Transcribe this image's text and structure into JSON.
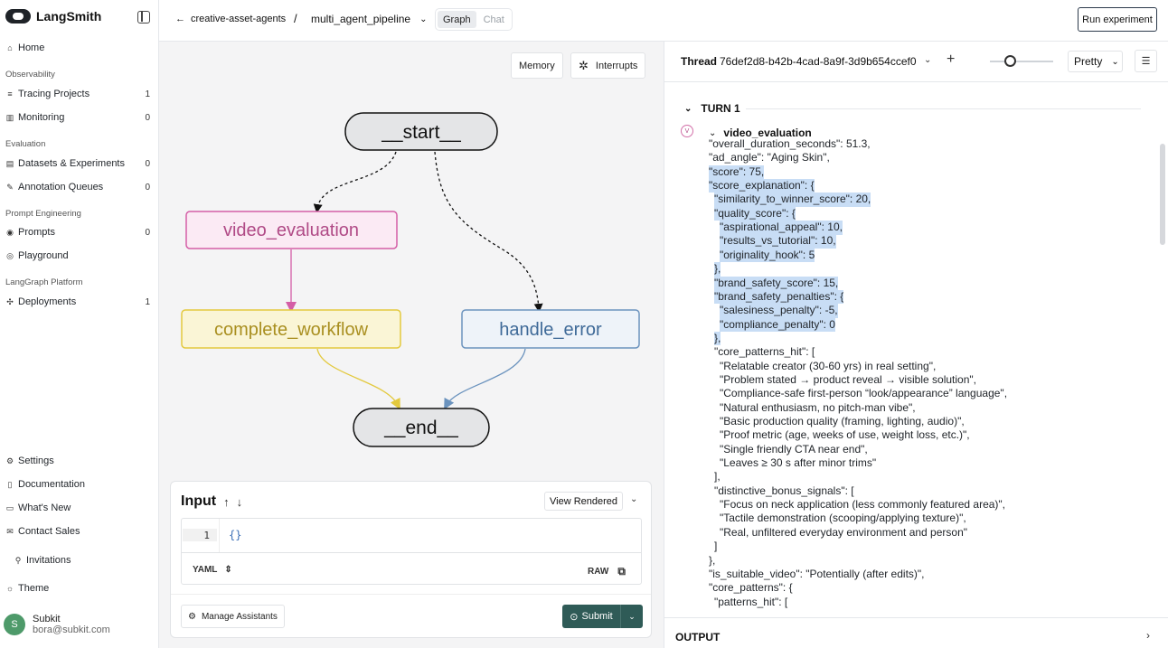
{
  "app": {
    "name": "LangSmith"
  },
  "sidebar": {
    "items": [
      {
        "key": "home",
        "label": "Home",
        "icon": "home-icon",
        "glyph": "⌂",
        "count": ""
      },
      {
        "key": "tracing",
        "label": "Tracing Projects",
        "icon": "list-icon",
        "glyph": "≡",
        "count": "1"
      },
      {
        "key": "monitoring",
        "label": "Monitoring",
        "icon": "chart-icon",
        "glyph": "▥",
        "count": "0"
      },
      {
        "key": "datasets",
        "label": "Datasets & Experiments",
        "icon": "database-icon",
        "glyph": "▤",
        "count": "0"
      },
      {
        "key": "annotation",
        "label": "Annotation Queues",
        "icon": "pencil-icon",
        "glyph": "✎",
        "count": "0"
      },
      {
        "key": "prompts",
        "label": "Prompts",
        "icon": "prompt-icon",
        "glyph": "◉",
        "count": "0"
      },
      {
        "key": "playground",
        "label": "Playground",
        "icon": "play-icon",
        "glyph": "◎",
        "count": ""
      },
      {
        "key": "deployments",
        "label": "Deployments",
        "icon": "deploy-icon",
        "glyph": "✣",
        "count": "1"
      }
    ],
    "sections": {
      "observability": "Observability",
      "evaluation": "Evaluation",
      "prompt_engineering": "Prompt Engineering",
      "langgraph_platform": "LangGraph Platform"
    },
    "bottom": [
      {
        "key": "settings",
        "label": "Settings",
        "icon": "gear-icon",
        "glyph": "⚙"
      },
      {
        "key": "documentation",
        "label": "Documentation",
        "icon": "book-icon",
        "glyph": "▯"
      },
      {
        "key": "whatsnew",
        "label": "What's New",
        "icon": "chat-icon",
        "glyph": "▭"
      },
      {
        "key": "contact",
        "label": "Contact Sales",
        "icon": "mail-icon",
        "glyph": "✉"
      },
      {
        "key": "invitations",
        "label": "Invitations",
        "icon": "person-plus-icon",
        "glyph": "⚲"
      },
      {
        "key": "theme",
        "label": "Theme",
        "icon": "sun-icon",
        "glyph": "☼"
      }
    ],
    "user": {
      "initial": "S",
      "name": "Subkit",
      "email": "bora@subkit.com"
    }
  },
  "header": {
    "back_label": "creative-asset-agents",
    "separator": "/",
    "graph_name": "multi_agent_pipeline",
    "view_tabs": [
      "Graph",
      "Chat"
    ],
    "run_button": "Run experiment"
  },
  "canvas": {
    "memory_button": "Memory",
    "interrupts_button": "Interrupts",
    "nodes": {
      "start": "__start__",
      "video_evaluation": "video_evaluation",
      "complete_workflow": "complete_workflow",
      "handle_error": "handle_error",
      "end": "__end__"
    },
    "colors": {
      "video_evaluation": "#d45ea6",
      "complete_workflow": "#e3c93e",
      "handle_error": "#6b93be"
    }
  },
  "input_panel": {
    "title": "Input",
    "view_mode": "View Rendered",
    "line_number": "1",
    "code": "{}",
    "format": "YAML",
    "raw_label": "RAW",
    "manage_button": "Manage Assistants",
    "submit_button": "Submit"
  },
  "thread": {
    "label": "Thread",
    "id": "76def2d8-b42b-4cad-8a9f-3d9b654ccef0",
    "format": "Pretty",
    "turn_label": "TURN 1",
    "step_name": "video_evaluation",
    "output_label": "OUTPUT",
    "json_lines": [
      "\"overall_duration_seconds\": 51.3,",
      "\"ad_angle\": \"Aging Skin\",",
      "\"score\": 75,",
      "\"score_explanation\": {",
      "  \"similarity_to_winner_score\": 20,",
      "  \"quality_score\": {",
      "    \"aspirational_appeal\": 10,",
      "    \"results_vs_tutorial\": 10,",
      "    \"originality_hook\": 5",
      "  },",
      "  \"brand_safety_score\": 15,",
      "  \"brand_safety_penalties\": {",
      "    \"salesiness_penalty\": -5,",
      "    \"compliance_penalty\": 0",
      "  },",
      "  \"core_patterns_hit\": [",
      "    \"Relatable creator (30-60 yrs) in real setting\",",
      "    \"Problem stated → product reveal → visible solution\",",
      "    \"Compliance-safe first-person “look/appearance” language\",",
      "    \"Natural enthusiasm, no pitch-man vibe\",",
      "    \"Basic production quality (framing, lighting, audio)\",",
      "    \"Proof metric (age, weeks of use, weight loss, etc.)\",",
      "    \"Single friendly CTA near end\",",
      "    \"Leaves ≥ 30 s after minor trims\"",
      "  ],",
      "  \"distinctive_bonus_signals\": [",
      "    \"Focus on neck application (less commonly featured area)\",",
      "    \"Tactile demonstration (scooping/applying texture)\",",
      "    \"Real, unfiltered everyday environment and person\"",
      "  ]",
      "},",
      "\"is_suitable_video\": \"Potentially (after edits)\",",
      "\"core_patterns\": {",
      "  \"patterns_hit\": ["
    ]
  }
}
